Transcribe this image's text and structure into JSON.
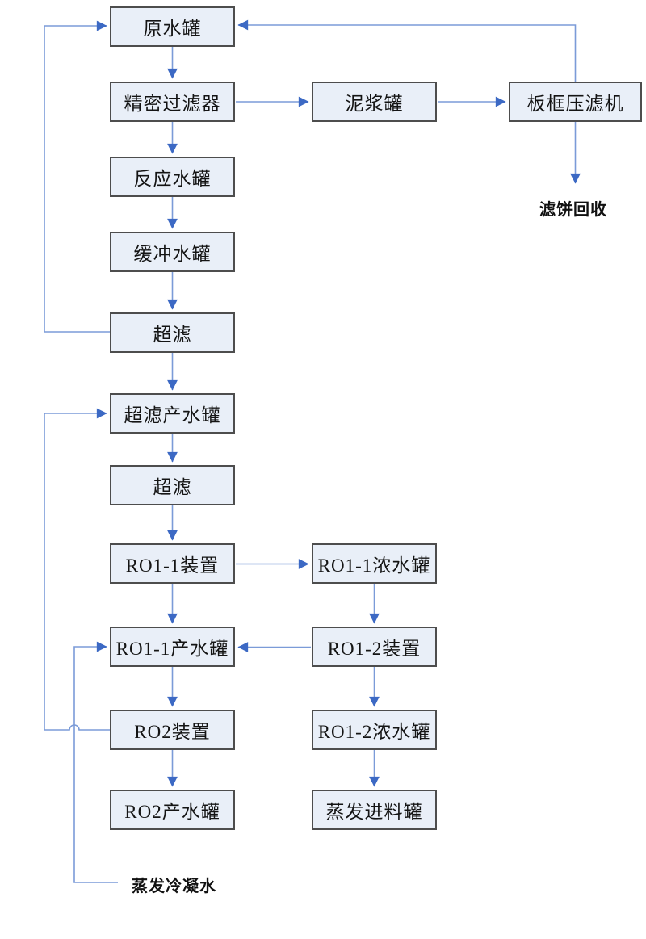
{
  "diagram": {
    "type": "process-flowchart",
    "colors": {
      "box_fill": "#e9eff8",
      "box_border": "#4d4d4d",
      "line": "#7b9bd8",
      "arrowhead": "#3c69c4",
      "text": "#141414"
    },
    "nodes": {
      "raw_water_tank": "原水罐",
      "precision_filter": "精密过滤器",
      "slurry_tank": "泥浆罐",
      "plate_frame_filter_press": "板框压滤机",
      "reaction_water_tank": "反应水罐",
      "buffer_water_tank": "缓冲水罐",
      "ultrafiltration_1": "超滤",
      "uf_product_water_tank": "超滤产水罐",
      "ultrafiltration_2": "超滤",
      "ro1_1_unit": "RO1-1装置",
      "ro1_1_concentrate_tank": "RO1-1浓水罐",
      "ro1_1_product_water_tank": "RO1-1产水罐",
      "ro1_2_unit": "RO1-2装置",
      "ro2_unit": "RO2装置",
      "ro1_2_concentrate_tank": "RO1-2浓水罐",
      "ro2_product_water_tank": "RO2产水罐",
      "evaporation_feed_tank": "蒸发进料罐"
    },
    "labels": {
      "filter_cake_recovery": "滤饼回收",
      "evaporation_condensate": "蒸发冷凝水"
    },
    "edges": [
      {
        "from": "原水罐",
        "to": "精密过滤器"
      },
      {
        "from": "精密过滤器",
        "to": "泥浆罐"
      },
      {
        "from": "泥浆罐",
        "to": "板框压滤机"
      },
      {
        "from": "板框压滤机",
        "to": "原水罐"
      },
      {
        "from": "板框压滤机",
        "to": "滤饼回收"
      },
      {
        "from": "精密过滤器",
        "to": "反应水罐"
      },
      {
        "from": "反应水罐",
        "to": "缓冲水罐"
      },
      {
        "from": "缓冲水罐",
        "to": "超滤"
      },
      {
        "from": "超滤",
        "to": "原水罐"
      },
      {
        "from": "超滤",
        "to": "超滤产水罐"
      },
      {
        "from": "超滤产水罐",
        "to": "超滤(第二级)"
      },
      {
        "from": "超滤(第二级)",
        "to": "RO1-1装置"
      },
      {
        "from": "RO1-1装置",
        "to": "RO1-1浓水罐"
      },
      {
        "from": "RO1-1装置",
        "to": "RO1-1产水罐"
      },
      {
        "from": "RO1-1浓水罐",
        "to": "RO1-2装置"
      },
      {
        "from": "RO1-2装置",
        "to": "RO1-1产水罐"
      },
      {
        "from": "RO1-2装置",
        "to": "RO1-2浓水罐"
      },
      {
        "from": "RO1-1产水罐",
        "to": "RO2装置"
      },
      {
        "from": "RO2装置",
        "to": "RO2产水罐"
      },
      {
        "from": "RO2装置",
        "to": "超滤产水罐"
      },
      {
        "from": "RO1-2浓水罐",
        "to": "蒸发进料罐"
      },
      {
        "from": "蒸发冷凝水",
        "to": "RO1-1产水罐"
      }
    ]
  }
}
